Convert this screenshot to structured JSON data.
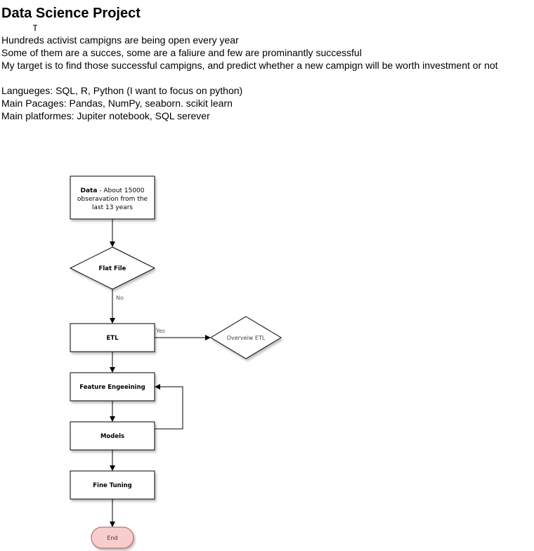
{
  "page": {
    "title": "Data Science Project",
    "intro_lines": [
      "Hundreds activist campigns are being open every year",
      "Some of them are a succes, some are a faliure and few are prominantly successful",
      "My target is to find those successful campigns, and predict whether a new campign will be worth investment or not"
    ],
    "tech_lines": [
      "Langueges: SQL, R, Python (I want to focus on python)",
      "Main Pacages: Pandas, NumPy, seaborn. scikit learn",
      "Main platformes: Jupiter notebook, SQL serever"
    ]
  },
  "flowchart": {
    "data_node": {
      "bold": "Data",
      "line1_rest": " - About 15000",
      "line2": "obseravation from the",
      "line3": "last 13 years"
    },
    "flat_file": "Flat File",
    "edge_no": "No",
    "etl": "ETL",
    "edge_yes": "Yes",
    "overview_etl": "Overveiw ETL",
    "feature_engineering": "Feature Engeeining",
    "models": "Models",
    "fine_tuning": "Fine Tuning",
    "end": "End"
  },
  "colors": {
    "end_fill": "#f8cecc",
    "end_stroke": "#b85450",
    "stroke": "#000000"
  }
}
